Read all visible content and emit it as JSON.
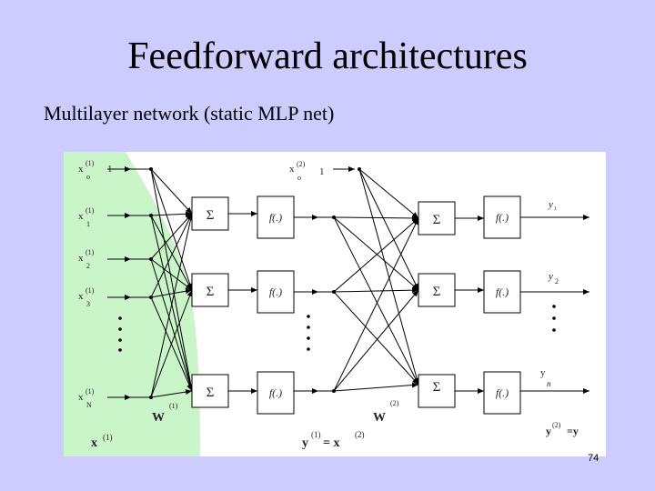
{
  "title": "Feedforward architectures",
  "subtitle": "Multilayer network (static MLP net)",
  "page_number": "74",
  "colors": {
    "slide_background": "#ccccff",
    "input_region": "#c9f5c9",
    "panel_background": "#ffffff",
    "line": "#000000"
  },
  "diagram": {
    "inputs": [
      {
        "base": "x",
        "sup": "(1)",
        "sub": "o",
        "value": "1"
      },
      {
        "base": "x",
        "sup": "(1)",
        "sub": "1"
      },
      {
        "base": "x",
        "sup": "(1)",
        "sub": "2"
      },
      {
        "base": "x",
        "sup": "(1)",
        "sub": "3"
      },
      {
        "base": "x",
        "sup": "(1)",
        "sub": "N"
      }
    ],
    "hidden_bias": {
      "base": "x",
      "sup": "(2)",
      "sub": "o",
      "value": "1"
    },
    "sum_symbol": "Σ",
    "activation": "f(.)",
    "outputs": [
      {
        "base": "y",
        "sub": "1"
      },
      {
        "base": "y",
        "sub": "2"
      },
      {
        "base": "y",
        "sub": "n"
      }
    ],
    "weights": [
      {
        "base": "W",
        "sup": "(1)"
      },
      {
        "base": "W",
        "sup": "(2)"
      }
    ],
    "input_vector": {
      "base": "x",
      "sup": "(1)"
    },
    "middle_equation": {
      "lhs": "y",
      "lhs_sup": "(1)",
      "eq": "= x",
      "rhs_sup": "(2)"
    },
    "output_equation": {
      "lhs": "y",
      "lhs_sup": "(2)",
      "rhs": "=y"
    }
  }
}
